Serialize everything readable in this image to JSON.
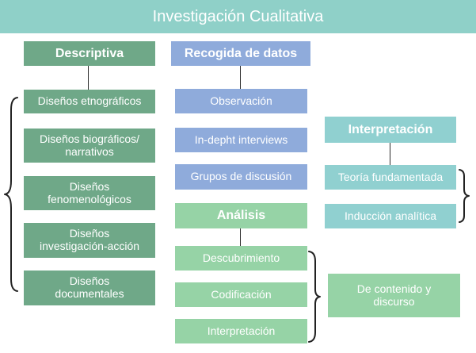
{
  "title": "Investigación Cualitativa",
  "colors": {
    "title_bar": "#8fd0c8",
    "dark_green": "#6fa888",
    "blue": "#8fabdb",
    "light_green": "#96d3a6",
    "teal": "#90d0d0"
  },
  "descriptiva": {
    "header": "Descriptiva",
    "items": [
      "Diseños etnográficos",
      "Diseños biográficos/\nnarrativos",
      "Diseños\nfenomenológicos",
      "Diseños\ninvestigación-acción",
      "Diseños\ndocumentales"
    ]
  },
  "recogida": {
    "header": "Recogida de datos",
    "items": [
      "Observación",
      "In-depht interviews",
      "Grupos de discusión"
    ]
  },
  "analisis": {
    "header": "Análisis",
    "items": [
      "Descubrimiento",
      "Codificación",
      "Interpretación"
    ],
    "side_box": "De contenido y\ndiscurso"
  },
  "interpretacion": {
    "header": "Interpretación",
    "items": [
      "Teoría fundamentada",
      "Inducción analítica"
    ]
  }
}
